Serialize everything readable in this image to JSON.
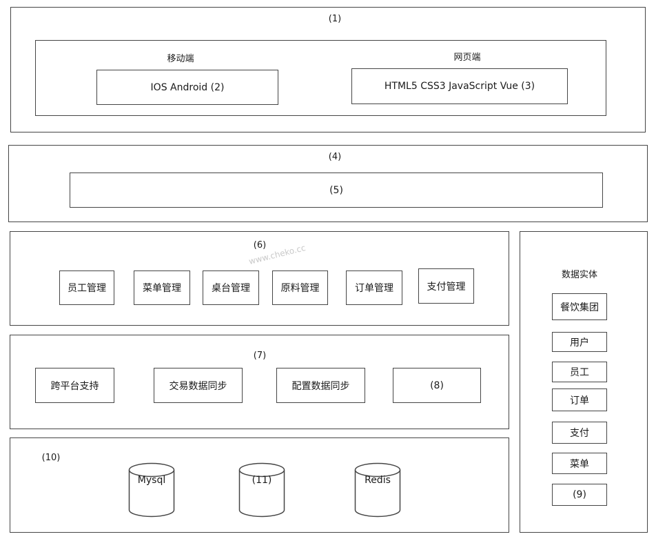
{
  "layer1": {
    "label": "(1)",
    "mobile": {
      "title": "移动端",
      "content": "IOS Android  (2)"
    },
    "web": {
      "title": "网页端",
      "content": "HTML5 CSS3 JavaScript  Vue (3)"
    }
  },
  "layer4": {
    "label": "(4)",
    "inner": "(5)"
  },
  "layer6": {
    "label": "(6)",
    "modules": [
      "员工管理",
      "菜单管理",
      "桌台管理",
      "原料管理",
      "订单管理",
      "支付管理"
    ]
  },
  "layer7": {
    "label": "(7)",
    "items": [
      "跨平台支持",
      "交易数据同步",
      "配置数据同步",
      "(8)"
    ]
  },
  "layer10": {
    "label": "(10)",
    "databases": [
      "Mysql",
      "(11)",
      "Redis"
    ]
  },
  "entities": {
    "title": "数据实体",
    "items": [
      "餐饮集团",
      "用户",
      "员工",
      "订单",
      "支付",
      "菜单",
      "(9)"
    ]
  },
  "watermark": "www.cheko.cc"
}
